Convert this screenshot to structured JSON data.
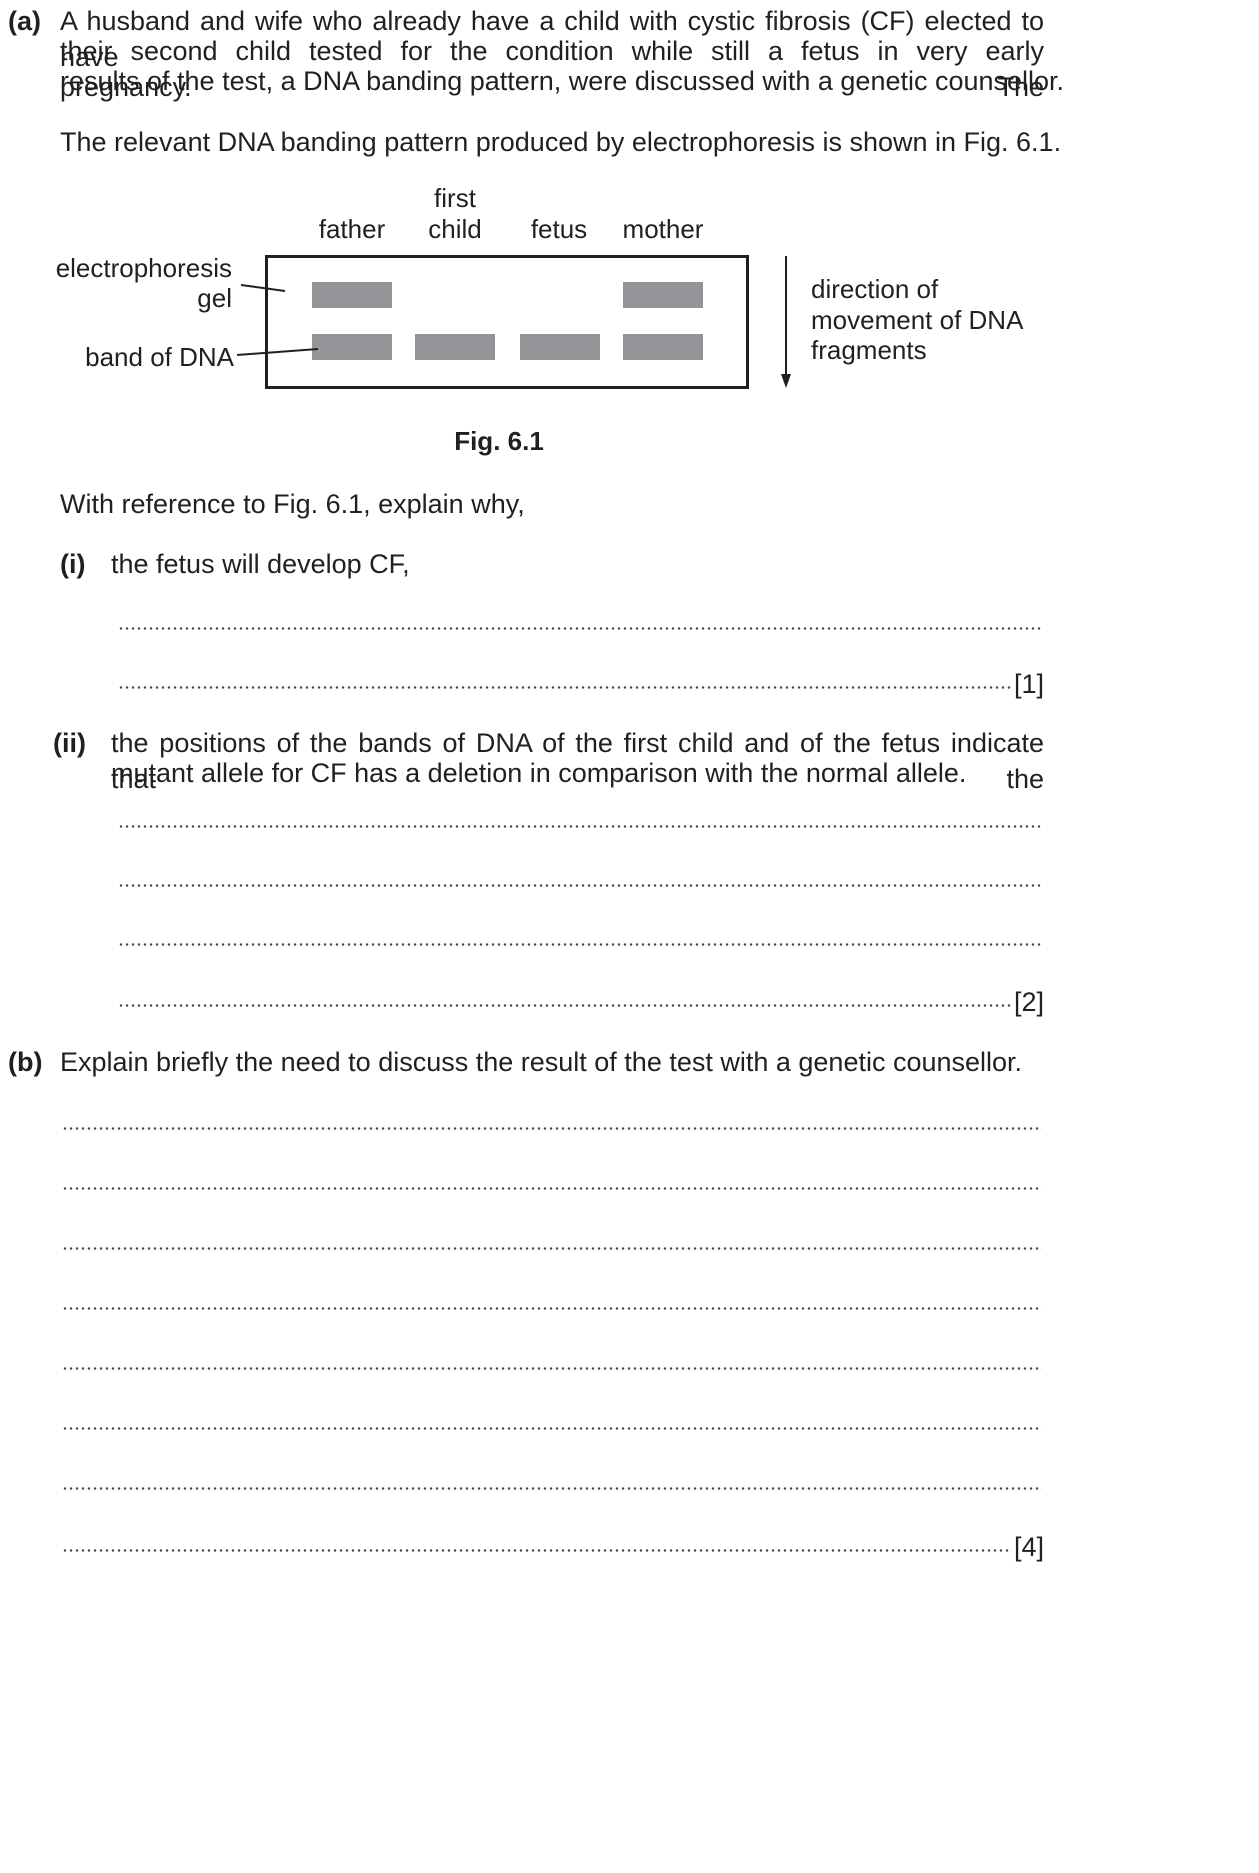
{
  "part_a": {
    "label": "(a)",
    "lines": [
      "A husband and wife who already have a child with cystic fibrosis (CF) elected to have",
      "their second child tested for the condition while still a fetus in very early pregnancy. The",
      "results of the test, a DNA banding pattern, were discussed with a genetic counsellor."
    ],
    "figure_intro": "The relevant DNA banding pattern produced by electrophoresis is shown in Fig. 6.1."
  },
  "figure": {
    "lanes": [
      {
        "label_line1": "",
        "label_line2": "father",
        "bands": [
          "upper",
          "lower"
        ]
      },
      {
        "label_line1": "first",
        "label_line2": "child",
        "bands": [
          "lower"
        ]
      },
      {
        "label_line1": "",
        "label_line2": "fetus",
        "bands": [
          "lower"
        ]
      },
      {
        "label_line1": "",
        "label_line2": "mother",
        "bands": [
          "upper",
          "lower"
        ]
      }
    ],
    "gel_label_line1": "electrophoresis",
    "gel_label_line2": "gel",
    "band_label": "band of DNA",
    "direction_lines": [
      "direction of",
      "movement of DNA",
      "fragments"
    ],
    "caption": "Fig. 6.1",
    "band_color": "#939598"
  },
  "prompt": "With reference to Fig. 6.1, explain why,",
  "q_i": {
    "label": "(i)",
    "text": "the fetus will develop CF,",
    "mark": "[1]"
  },
  "q_ii": {
    "label": "(ii)",
    "lines": [
      "the positions of the bands of DNA of the first child and of the fetus indicate that the",
      "mutant allele for CF has a deletion in comparison with the normal allele."
    ],
    "mark": "[2]"
  },
  "part_b": {
    "label": "(b)",
    "text": "Explain briefly the need to discuss the result of the test with a genetic counsellor.",
    "mark": "[4]"
  }
}
